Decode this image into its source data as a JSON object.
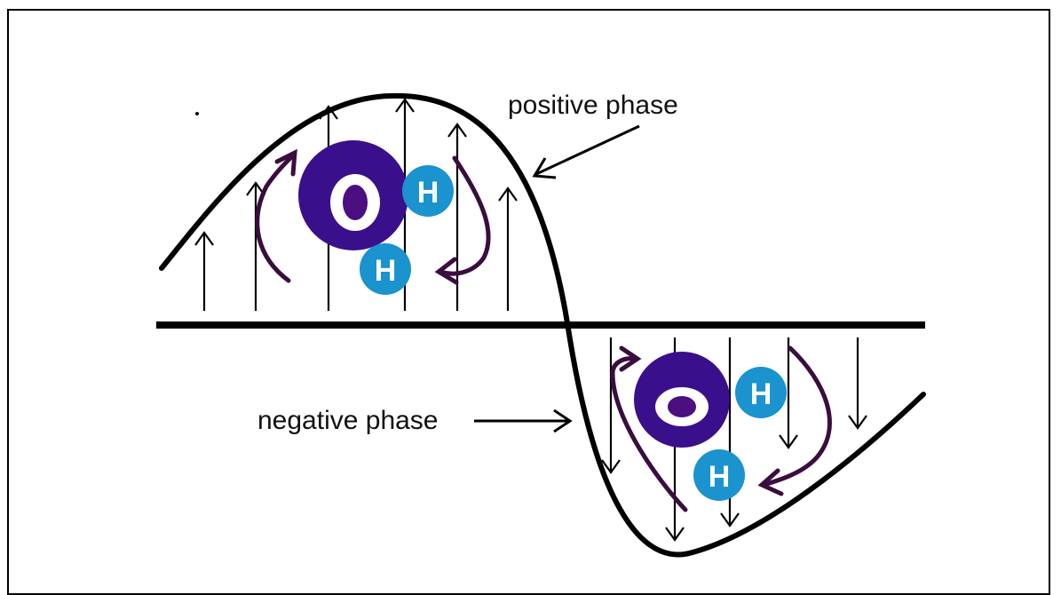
{
  "labels": {
    "positive": "positive phase",
    "negative": "negative phase"
  },
  "molecules": [
    {
      "name": "water-molecule-positive",
      "oxygen_letter": "O",
      "hydrogen_letters": [
        "H",
        "H"
      ]
    },
    {
      "name": "water-molecule-negative",
      "oxygen_letter": "O",
      "hydrogen_letters": [
        "H",
        "H"
      ]
    }
  ],
  "colors": {
    "line": "#000000",
    "oxygen": "#3a0f8c",
    "oxygen_inner": "#ffffff",
    "oxygen_core": "#4b0f80",
    "hydrogen": "#1a93cf",
    "swirl": "#3b0d3f"
  }
}
